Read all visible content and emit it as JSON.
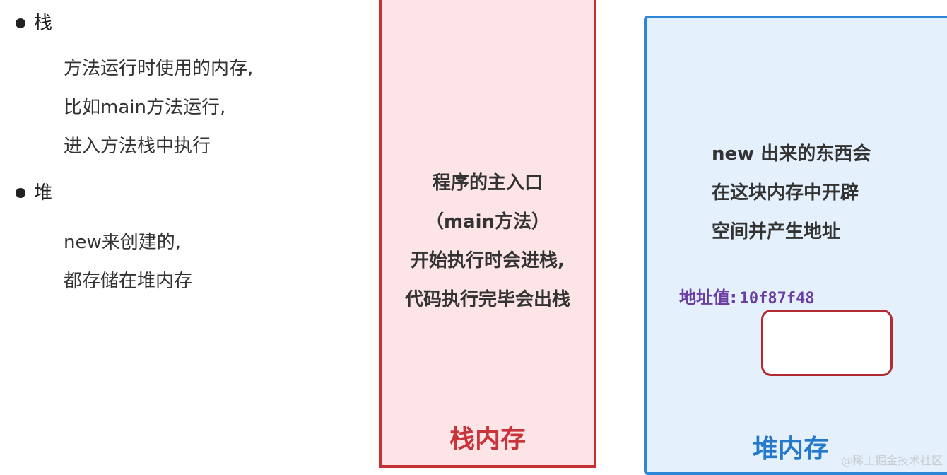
{
  "left_panel": {
    "stack": {
      "heading": "栈",
      "lines": [
        "方法运行时使用的内存,",
        "比如main方法运行,",
        "进入方法栈中执行"
      ]
    },
    "heap": {
      "heading": "堆",
      "lines": [
        "new来创建的,",
        "都存储在堆内存"
      ]
    }
  },
  "stack_memory": {
    "lines": [
      "程序的主入口",
      "（main方法）",
      "开始执行时会进栈,",
      "代码执行完毕会出栈"
    ],
    "title": "栈内存",
    "colors": {
      "fill": "#fde4e6",
      "border": "#c62f34",
      "title": "#c9333a"
    }
  },
  "heap_memory": {
    "lines": [
      "new 出来的东西会",
      "在这块内存中开辟",
      "空间并产生地址"
    ],
    "address_label": "地址值:",
    "address_value": "10f87f48",
    "title": "堆内存",
    "colors": {
      "fill": "#e4f1fd",
      "border": "#2d87d6",
      "title": "#2479cc",
      "address": "#6a3ea2",
      "object_border": "#b22b32"
    }
  },
  "watermark": "@稀土掘金技术社区"
}
